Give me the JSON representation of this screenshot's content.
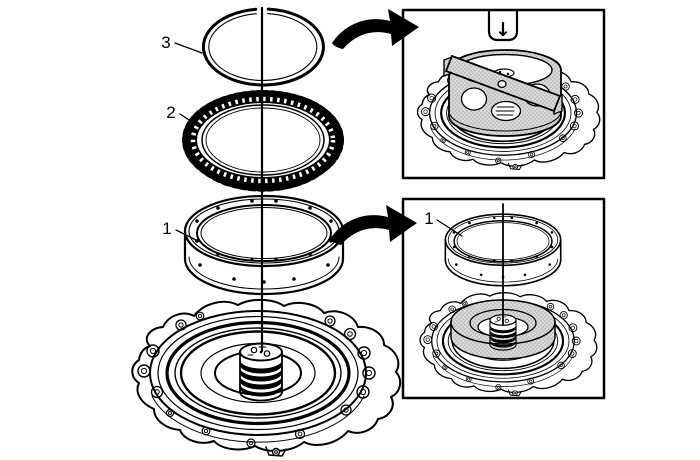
{
  "diagram": {
    "type": "exploded-parts-diagram",
    "colors": {
      "ink": "#000000",
      "bg": "#ffffff",
      "shade": "#d9d9d9",
      "shade-dot": "#a8a8a8"
    },
    "callouts": [
      {
        "id": "3",
        "label": "3"
      },
      {
        "id": "2",
        "label": "2"
      },
      {
        "id": "1",
        "label": "1"
      }
    ],
    "inset_top": {
      "icons": [
        {
          "name": "press-down-arrow-icon",
          "glyph": "↓"
        }
      ]
    },
    "inset_bottom": {
      "callout": {
        "id": "1",
        "label": "1"
      }
    },
    "icons": [
      {
        "name": "curved-arrow-icon",
        "glyph": "➜"
      }
    ]
  }
}
